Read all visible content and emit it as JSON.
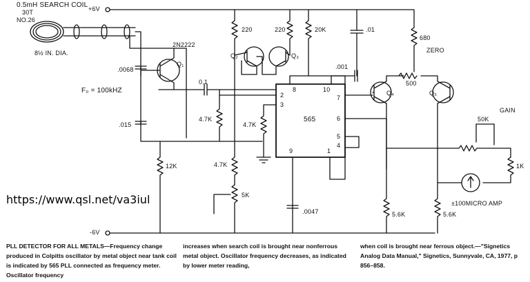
{
  "watermark_url": "https://www.qsl.net/va3iul",
  "labels": {
    "search_coil": "0.5mH SEARCH COIL",
    "turns": "30T",
    "wire": "NO.26",
    "coil_dia": "8½ IN. DIA.",
    "plus6v": "+6V",
    "minus6v": "-6V",
    "f0": "F₀ = 100kHZ",
    "zero": "ZERO",
    "gain": "GAIN",
    "meter": "±100MICRO AMP",
    "ic": "565"
  },
  "components": {
    "q1": "Q₁",
    "q1_type": "2N2222",
    "q2": "Q₂",
    "q3": "Q₃",
    "q4": "Q₄",
    "q5": "Q₅",
    "r220a": "220",
    "r220b": "220",
    "r20k": "20K",
    "r680": "680",
    "r500": "500",
    "r50k": "50K",
    "r1k": "1K",
    "r12k": "12K",
    "r47k_a": "4.7K",
    "r47k_b": "4.7K",
    "r47k_c": "4.7K",
    "r5k": "5K",
    "r56k_a": "5.6K",
    "r56k_b": "5.6K",
    "c0068": ".0068",
    "c015": ".015",
    "c01": ".01",
    "c001": ".001",
    "c0047": ".0047",
    "c_coupling": "0.1"
  },
  "ic_pins": {
    "p2": "2",
    "p3": "3",
    "p8": "8",
    "p10": "10",
    "p7": "7",
    "p6": "6",
    "p5": "5",
    "p4": "4",
    "p9": "9",
    "p1": "1"
  },
  "caption": {
    "title": "PLL DETECTOR FOR ALL METALS",
    "col1": "—Frequency change produced in Colpitts oscillator by metal object near tank coil is indicated by 565 PLL connected as frequency meter. Oscillator frequency",
    "col2": "increases when search coil is brought near nonferrous metal object. Oscillator frequency decreases, as indicated by lower meter reading,",
    "col3": "when coil is brought near ferrous object.—\"Signetics Analog Data Manual,\" Signetics, Sunnyvale, CA, 1977, p 856–858."
  }
}
